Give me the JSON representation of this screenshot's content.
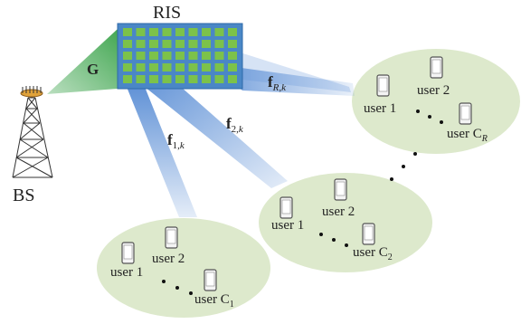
{
  "ris_label": "RIS",
  "bs_label": "BS",
  "g_label": "G",
  "channels": [
    {
      "base": "f",
      "sub": "1,",
      "sub_italic": "k"
    },
    {
      "base": "f",
      "sub": "2,",
      "sub_italic": "k"
    },
    {
      "base": "f",
      "sub_italic_first": "R",
      "sub": ",",
      "sub_italic": "k"
    }
  ],
  "clusters": [
    {
      "user1": "user 1",
      "user2": "user 2",
      "userC": "user C",
      "userC_sub": "1"
    },
    {
      "user1": "user 1",
      "user2": "user 2",
      "userC": "user C",
      "userC_sub": "2"
    },
    {
      "user1": "user 1",
      "user2": "user 2",
      "userC": "user C",
      "userC_sub": "R"
    }
  ],
  "colors": {
    "cluster_fill": "#dde9cc",
    "beam_blue": "#5b8fd6",
    "beam_green": "#3aa34a",
    "ris_frame": "#4a87c6",
    "ris_cell": "#7cc24a"
  }
}
